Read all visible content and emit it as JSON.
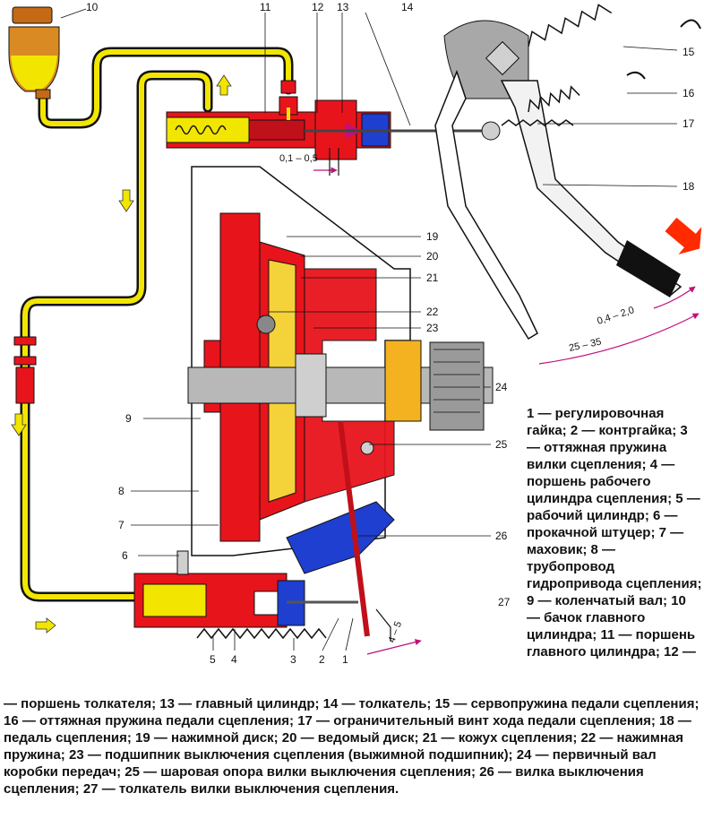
{
  "callouts": [
    "1",
    "2",
    "3",
    "4",
    "5",
    "6",
    "7",
    "8",
    "9",
    "10",
    "11",
    "12",
    "13",
    "14",
    "15",
    "16",
    "17",
    "18",
    "19",
    "20",
    "21",
    "22",
    "23",
    "24",
    "25",
    "26",
    "27"
  ],
  "dimensions": {
    "gap_master_piston": "0,1 – 0,5",
    "pedal_free_play": "0,4 – 2,0",
    "pedal_travel": "25 – 35",
    "fork_free_play": "4 – 5"
  },
  "legend": {
    "side_text": "1 — регулировочная гайка; 2 — контргайка; 3 — оттяжная пружина вилки сцепления; 4 — поршень рабочего цилиндра сцепления; 5 — рабочий цилиндр; 6 — прокачной штуцер; 7 — маховик; 8 — трубопровод гидропривода сцепления; 9 — коленчатый вал; 10 — бачок главного цилиндра; 11 — поршень главного цилиндра; 12 —",
    "bottom_text": "— поршень толкателя; 13 — главный цилиндр; 14 — толкатель; 15 — сервопружина педали сцепления; 16 — оттяжная пружина педали сцепления; 17 — ограничительный винт хода педали сцепления; 18 — педаль сцепления; 19 — нажимной диск; 20 — ведомый диск; 21 — кожух сцепления; 22 — нажимная пружина; 23 — подшипник выключения сцепления (выжимной подшипник); 24 — первичный вал коробки передач; 25 — шаровая опора вилки выключения сцепления; 26 — вилка выключения сцепления; 27 — толкатель вилки выключения сцепления."
  },
  "colors": {
    "fluid": "#f2e600",
    "housing": "#e8141c",
    "fork": "#1f3fd0",
    "metal": "#a8a8a8",
    "reservoir": "#d98a22",
    "arrow": "#ff2a00"
  }
}
